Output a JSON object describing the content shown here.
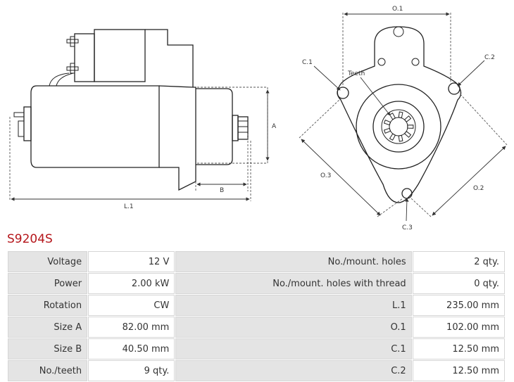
{
  "drawing": {
    "side_labels": {
      "a": "A",
      "b": "B",
      "l1": "L.1"
    },
    "front_labels": {
      "o1": "O.1",
      "o2": "O.2",
      "o3": "O.3",
      "c1": "C.1",
      "c2": "C.2",
      "c3": "C.3",
      "teeth": "Teeth"
    }
  },
  "product": {
    "code": "S9204S"
  },
  "specs": {
    "rows": [
      {
        "l1": "Voltage",
        "v1": "12 V",
        "l2": "No./mount. holes",
        "v2": "2 qty."
      },
      {
        "l1": "Power",
        "v1": "2.00 kW",
        "l2": "No./mount. holes with thread",
        "v2": "0 qty."
      },
      {
        "l1": "Rotation",
        "v1": "CW",
        "l2": "L.1",
        "v2": "235.00 mm"
      },
      {
        "l1": "Size A",
        "v1": "82.00 mm",
        "l2": "O.1",
        "v2": "102.00 mm"
      },
      {
        "l1": "Size B",
        "v1": "40.50 mm",
        "l2": "C.1",
        "v2": "12.50 mm"
      },
      {
        "l1": "No./teeth",
        "v1": "9 qty.",
        "l2": "C.2",
        "v2": "12.50 mm"
      }
    ]
  }
}
